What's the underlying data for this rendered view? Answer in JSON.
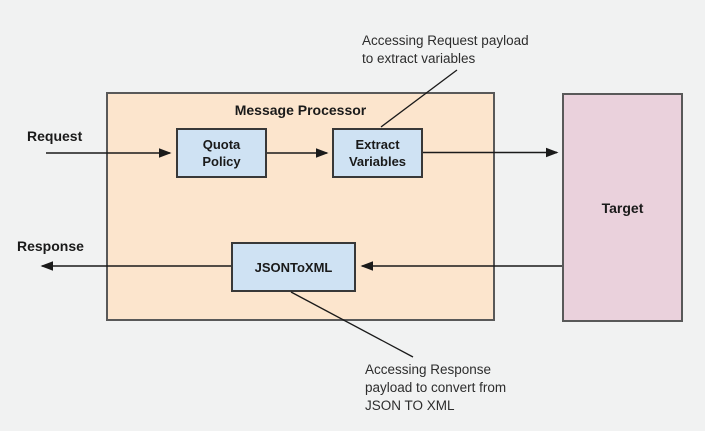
{
  "diagram": {
    "processor": {
      "title": "Message Processor"
    },
    "nodes": {
      "quota": {
        "lines": [
          "Quota",
          "Policy"
        ]
      },
      "extract": {
        "lines": [
          "Extract",
          "Variables"
        ]
      },
      "jsontoxml": {
        "lines": [
          "JSONToXML"
        ]
      },
      "target": {
        "label": "Target"
      }
    },
    "edge_labels": {
      "request": "Request",
      "response": "Response"
    },
    "annotations": {
      "top": {
        "lines": [
          "Accessing Request payload",
          "to extract variables"
        ]
      },
      "bottom": {
        "lines": [
          "Accessing Response",
          "payload to convert from",
          "JSON TO XML"
        ]
      }
    }
  },
  "colors": {
    "page_bg": "#f1f2f2",
    "processor_fill": "#fce5cd",
    "node_fill": "#cfe2f3",
    "target_fill": "#ead1dc",
    "container_border": "#595959",
    "node_border": "#383838",
    "arrow": "#1a1a1a",
    "text": "#1a1a1a",
    "annotation_text": "#2d2d2d"
  }
}
